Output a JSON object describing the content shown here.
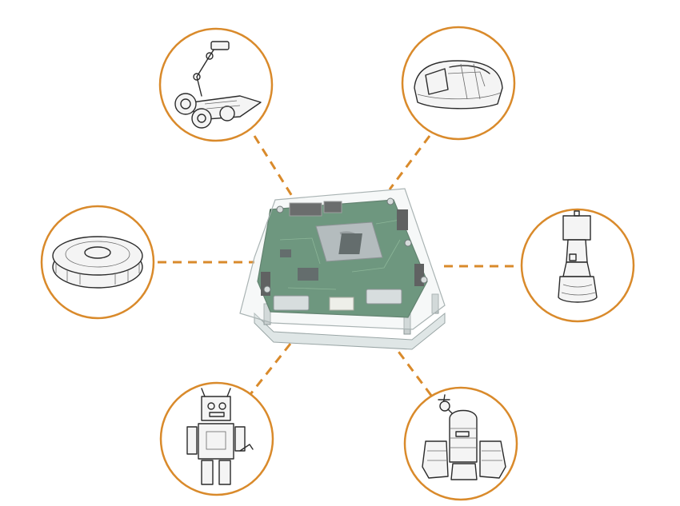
{
  "colors": {
    "accent": "#d98a2b",
    "pcb_green": "#2f6b45",
    "acrylic": "#e6ecec",
    "chip": "#1f2a2a",
    "sketch_line": "#2b2b2b",
    "background": "#ffffff"
  },
  "center": {
    "label": "",
    "icon": "single-board-computer-in-clear-case-icon"
  },
  "nodes": [
    {
      "id": "mobile-manipulator",
      "icon": "tracked-robot-arm-icon"
    },
    {
      "id": "smart-speaker",
      "icon": "smart-speaker-device-icon"
    },
    {
      "id": "robot-vacuum",
      "icon": "robot-vacuum-icon"
    },
    {
      "id": "telepresence",
      "icon": "telepresence-robot-icon"
    },
    {
      "id": "toy-robot",
      "icon": "humanoid-toy-robot-icon"
    },
    {
      "id": "tracked-droid",
      "icon": "tracked-droid-robot-icon"
    }
  ]
}
